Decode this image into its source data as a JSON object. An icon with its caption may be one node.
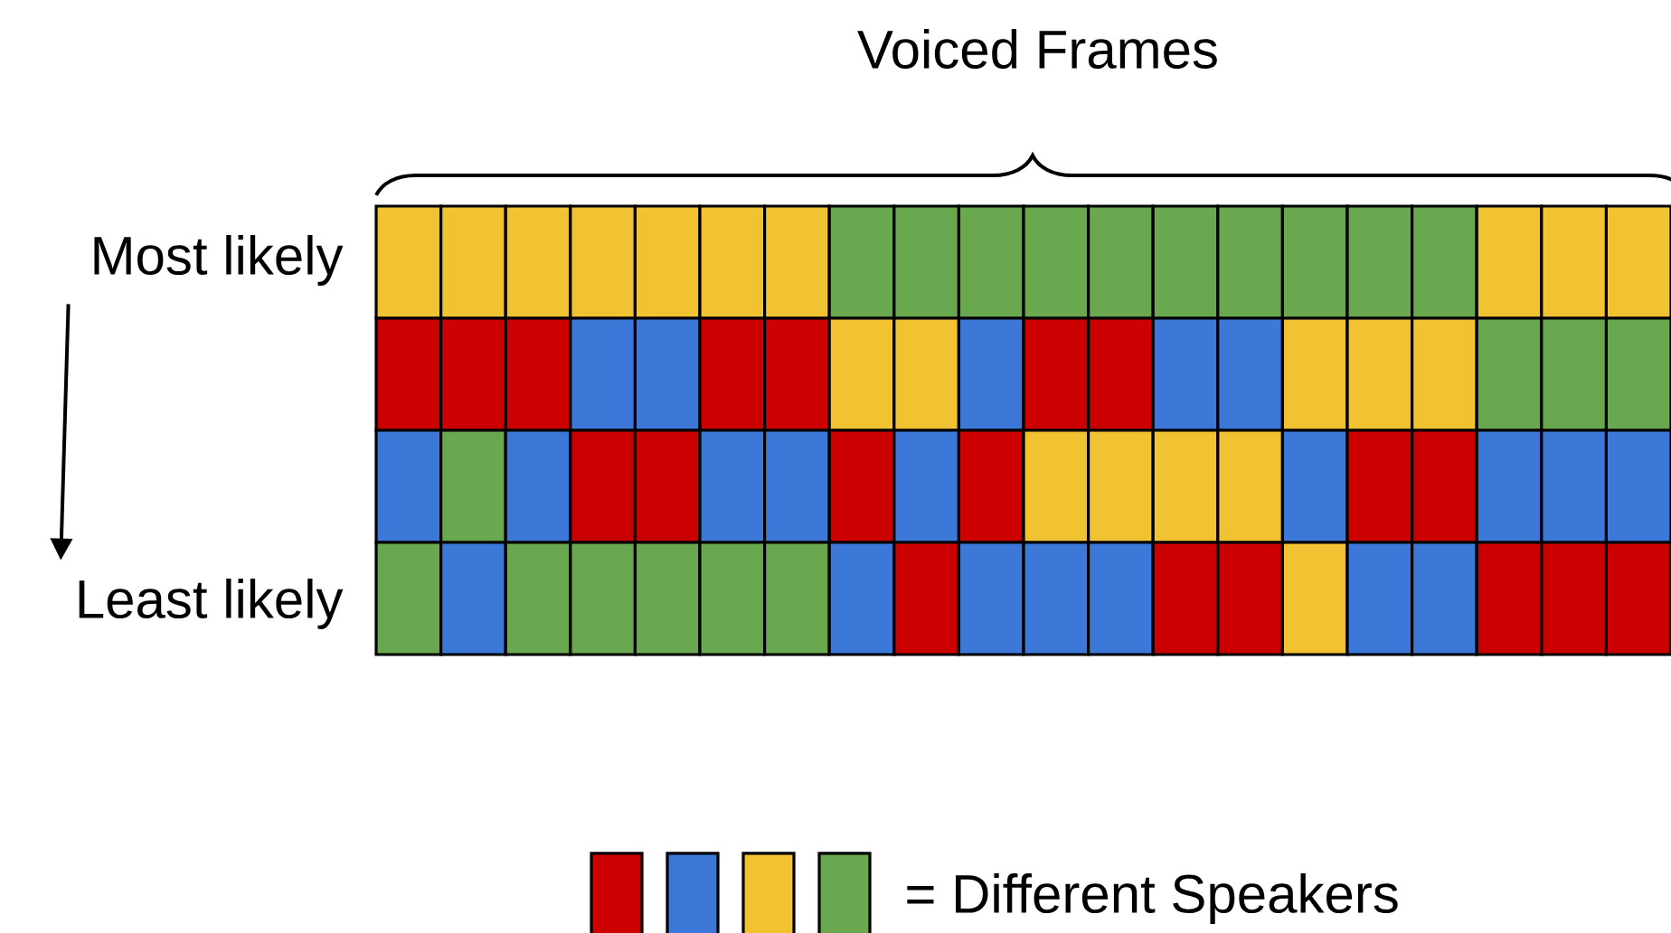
{
  "diagram": {
    "nodes": [
      {
        "text": [
          "Most likely"
        ]
      },
      {
        "text": [
          "Least likely"
        ]
      }
    ],
    "edges": [
      {
        "from": 0,
        "to": 1,
        "arrow": "to"
      }
    ],
    "labels": [
      "Voiced Frames",
      "= Different Speakers"
    ]
  }
}
